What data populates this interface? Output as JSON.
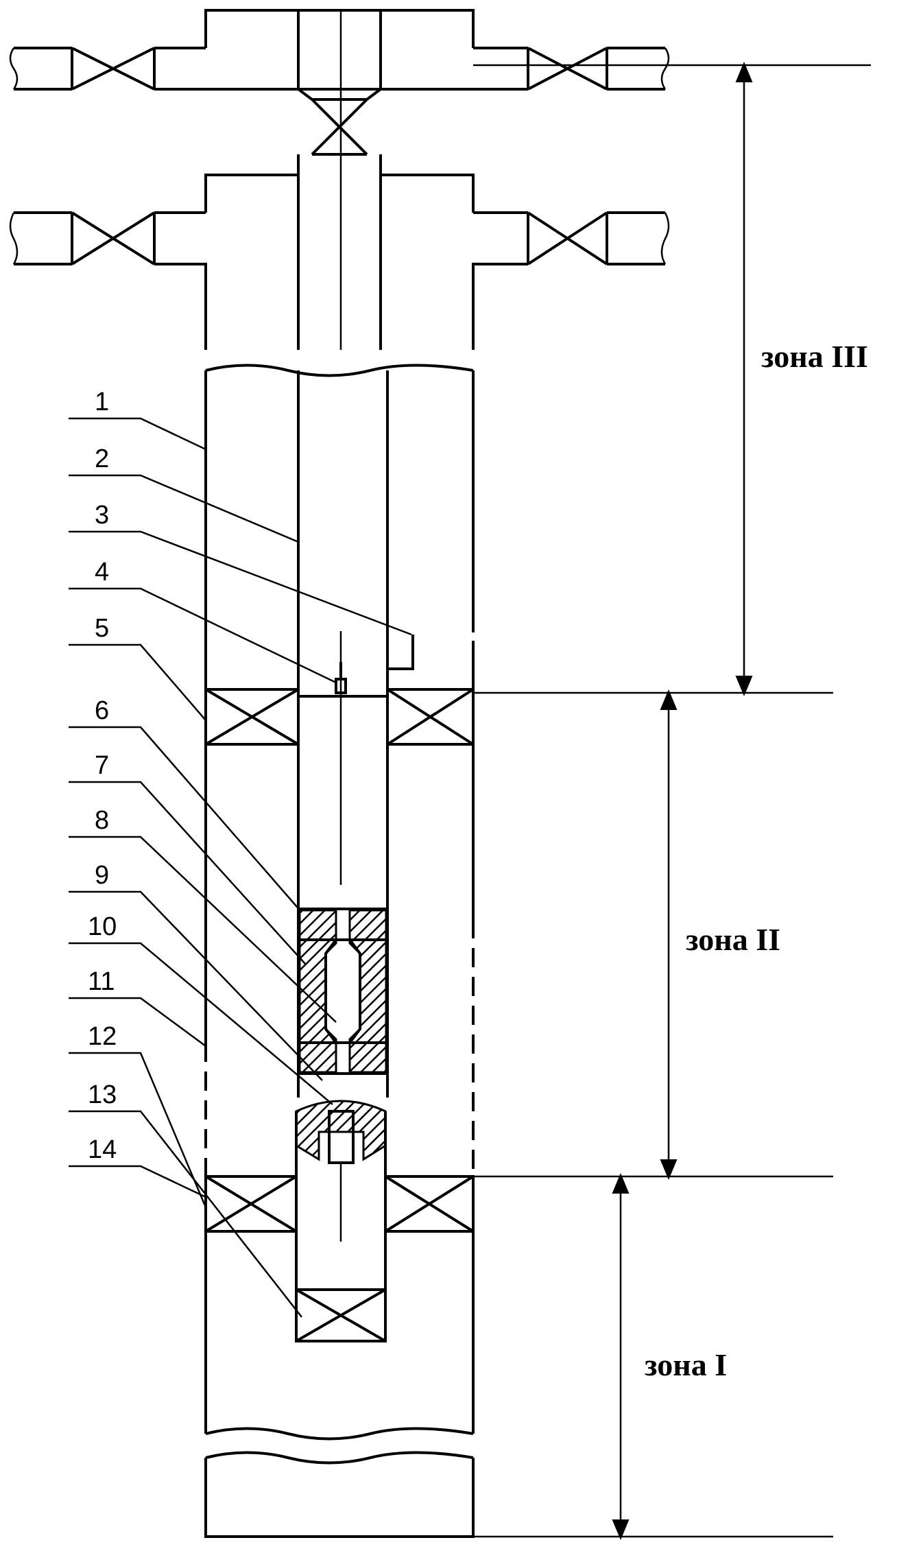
{
  "labels": [
    "1",
    "2",
    "3",
    "4",
    "5",
    "6",
    "7",
    "8",
    "9",
    "10",
    "11",
    "12",
    "13",
    "14"
  ],
  "zones": {
    "zone_3": "зона III",
    "zone_2": "зона II",
    "zone_1": "зона I"
  }
}
